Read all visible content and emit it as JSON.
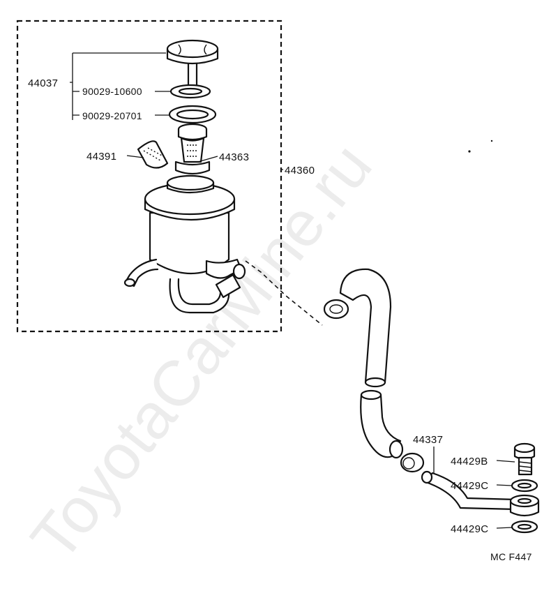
{
  "watermark": "ToyotaCarMine.ru",
  "figure_code": "MC F447",
  "parts": {
    "cap_assembly": "44037",
    "gasket_1": "90029-10600",
    "gasket_2": "90029-20701",
    "strainer_band": "44391",
    "strainer": "44363",
    "reservoir_assembly": "44360",
    "pipe": "44337",
    "union_bolt": "44429B",
    "gasket_upper": "44429C",
    "gasket_lower": "44429C"
  }
}
